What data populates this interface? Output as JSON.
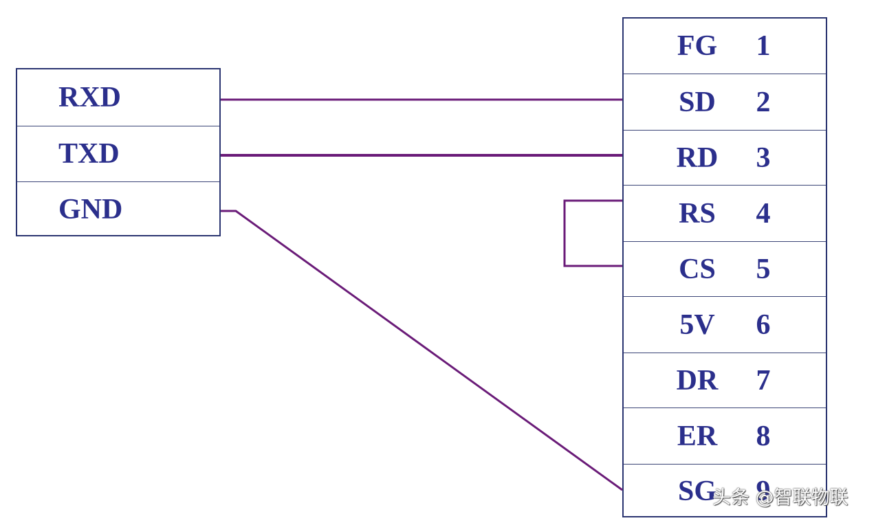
{
  "left_connector": {
    "pins": [
      {
        "label": "RXD"
      },
      {
        "label": "TXD"
      },
      {
        "label": "GND"
      }
    ]
  },
  "right_connector": {
    "pins": [
      {
        "name": "FG",
        "number": "1"
      },
      {
        "name": "SD",
        "number": "2"
      },
      {
        "name": "RD",
        "number": "3"
      },
      {
        "name": "RS",
        "number": "4"
      },
      {
        "name": "CS",
        "number": "5"
      },
      {
        "name": "5V",
        "number": "6"
      },
      {
        "name": "DR",
        "number": "7"
      },
      {
        "name": "ER",
        "number": "8"
      },
      {
        "name": "SG",
        "number": "9"
      }
    ]
  },
  "connections": [
    {
      "from": "RXD",
      "to": "SD 2"
    },
    {
      "from": "TXD",
      "to": "RD 3"
    },
    {
      "from": "GND",
      "to": "SG 9"
    },
    {
      "from": "RS 4",
      "to": "CS 5"
    }
  ],
  "colors": {
    "border": "#2a3470",
    "text": "#2b2f8c",
    "wire": "#6a1b78"
  },
  "watermark": {
    "text": "头条 @智联物联"
  }
}
